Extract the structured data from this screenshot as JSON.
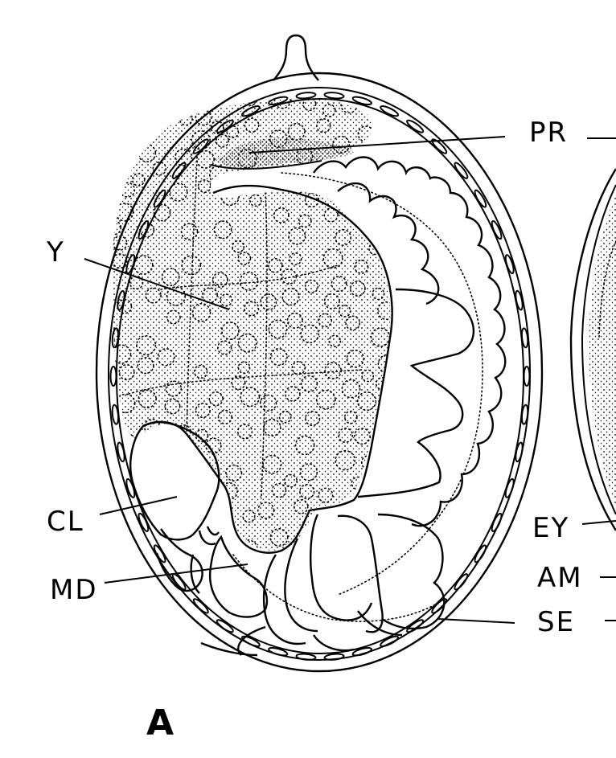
{
  "figure": {
    "panel_label": "A",
    "labels": {
      "pr": "PR",
      "y": "Y",
      "cl": "CL",
      "md": "MD",
      "ey": "EY",
      "am": "AM",
      "se": "SE"
    }
  }
}
